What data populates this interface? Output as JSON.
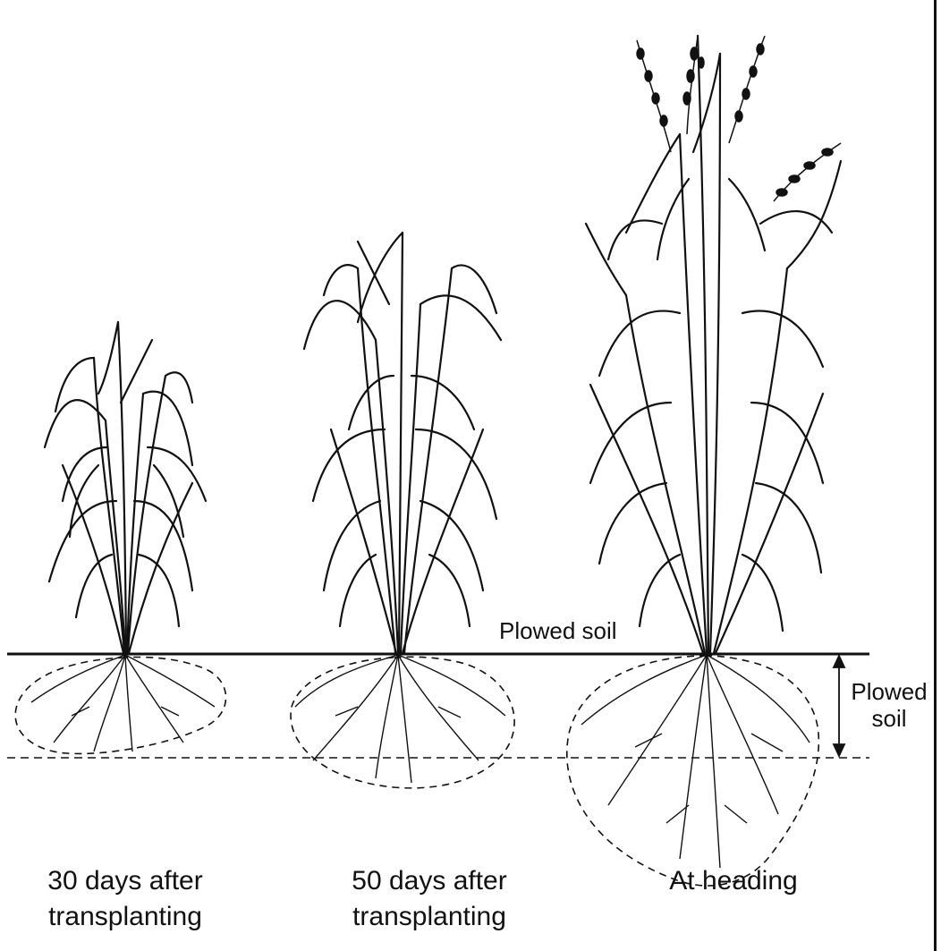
{
  "labels": {
    "surface": "Plowed soil",
    "depth_line1": "Plowed",
    "depth_line2": "soil"
  },
  "captions": [
    {
      "line1": "30 days after",
      "line2": "transplanting"
    },
    {
      "line1": "50 days after",
      "line2": "transplanting"
    },
    {
      "line1": "At heading",
      "line2": ""
    }
  ],
  "colors": {
    "ink": "#111111",
    "background": "#ffffff"
  }
}
